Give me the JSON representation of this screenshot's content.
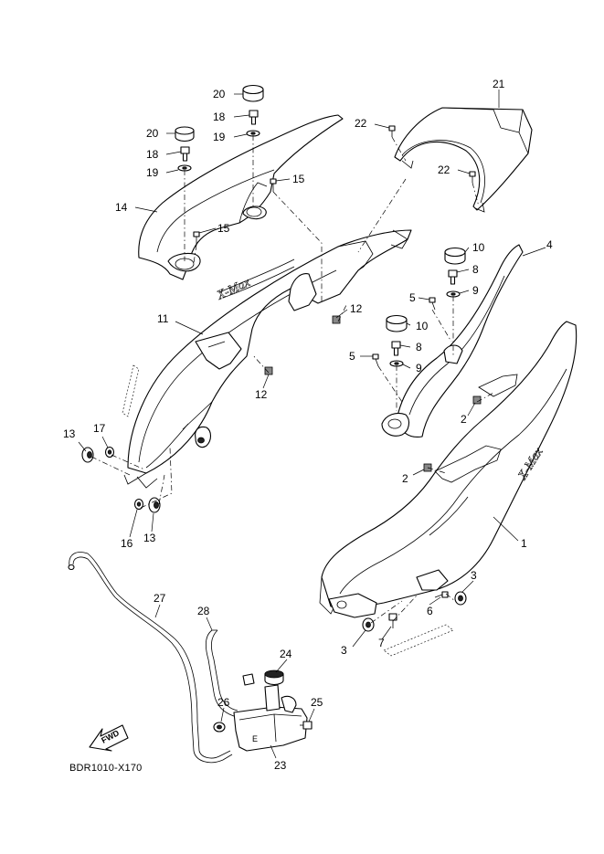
{
  "diagram": {
    "reference_code": "BDR1010-X170",
    "direction_label": "FWD",
    "callouts": {
      "c1": "1",
      "c2a": "2",
      "c2b": "2",
      "c3a": "3",
      "c3b": "3",
      "c4": "4",
      "c5a": "5",
      "c5b": "5",
      "c6": "6",
      "c7": "7",
      "c8a": "8",
      "c8b": "8",
      "c9a": "9",
      "c9b": "9",
      "c10a": "10",
      "c10b": "10",
      "c11": "11",
      "c12a": "12",
      "c12b": "12",
      "c13a": "13",
      "c13b": "13",
      "c14": "14",
      "c15a": "15",
      "c15b": "15",
      "c16": "16",
      "c17": "17",
      "c18a": "18",
      "c18b": "18",
      "c19a": "19",
      "c19b": "19",
      "c20a": "20",
      "c20b": "20",
      "c21": "21",
      "c22a": "22",
      "c22b": "22",
      "c23": "23",
      "c24": "24",
      "c25": "25",
      "c26": "26",
      "c27": "27",
      "c28": "28"
    }
  }
}
